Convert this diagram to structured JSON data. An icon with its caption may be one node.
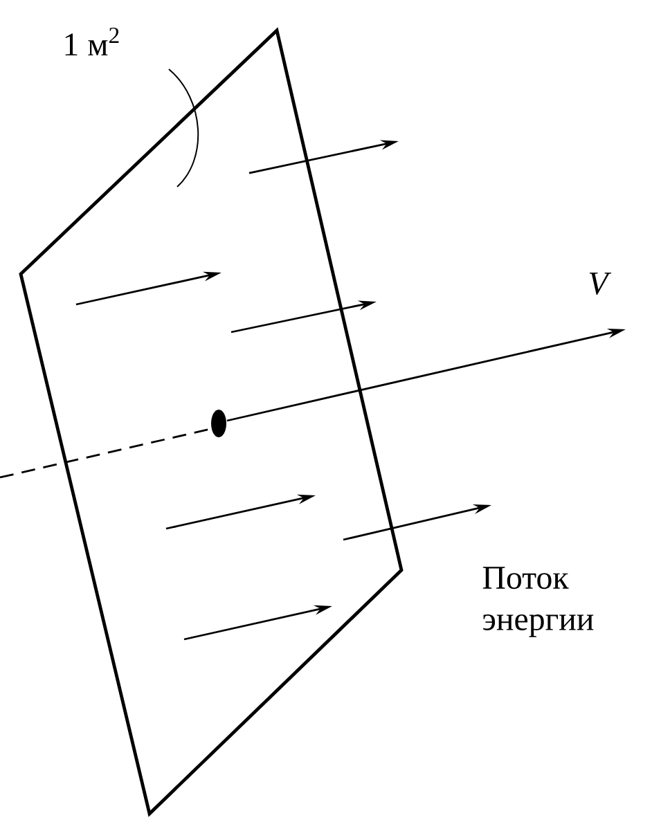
{
  "diagram": {
    "labels": [
      "1 м$^{2}$",
      "V",
      "Поток энергии"
    ]
  }
}
